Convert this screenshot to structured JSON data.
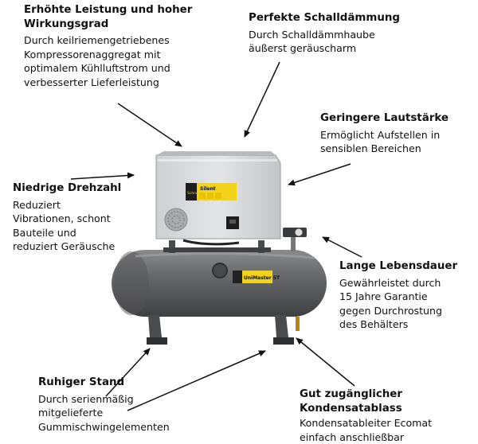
{
  "colors": {
    "tank": "#5f6062",
    "tank_dark": "#3f4042",
    "hood": "#d9dadb",
    "accent": "#f2d21a",
    "arrow": "#111111"
  },
  "product": {
    "brand_logo_text": "Schneider",
    "hood_label": "Silent",
    "tank_label": "UniMaster ST"
  },
  "callouts": {
    "leistung": {
      "title_line1": "Erhöhte Leistung und hoher",
      "title_line2": "Wirkungsgrad",
      "body": "Durch keilriemengetriebenes\nKompressorenaggregat mit\noptimalem Kühlluftstrom und\nverbesserter Lieferleistung"
    },
    "schall": {
      "title": "Perfekte Schalldämmung",
      "body": "Durch Schalldämmhaube\näußerst geräuscharm"
    },
    "laut": {
      "title": "Geringere Lautstärke",
      "body": "Ermöglicht Aufstellen in\nsensiblen Bereichen"
    },
    "drehzahl": {
      "title": "Niedrige Drehzahl",
      "body": "Reduziert\nVibrationen, schont\nBauteile und\nreduziert Geräusche"
    },
    "leben": {
      "title": "Lange Lebensdauer",
      "body": "Gewährleistet durch\n15 Jahre Garantie\ngegen Durchrostung\ndes Behälters"
    },
    "stand": {
      "title": "Ruhiger Stand",
      "body": "Durch serienmäßig\nmitgelieferte\nGummischwingelementen"
    },
    "kondensat": {
      "title_line1": "Gut zugänglicher",
      "title_line2": "Kondensatablass",
      "body": "Kondensatableiter Ecomat\neinfach anschließbar"
    }
  }
}
